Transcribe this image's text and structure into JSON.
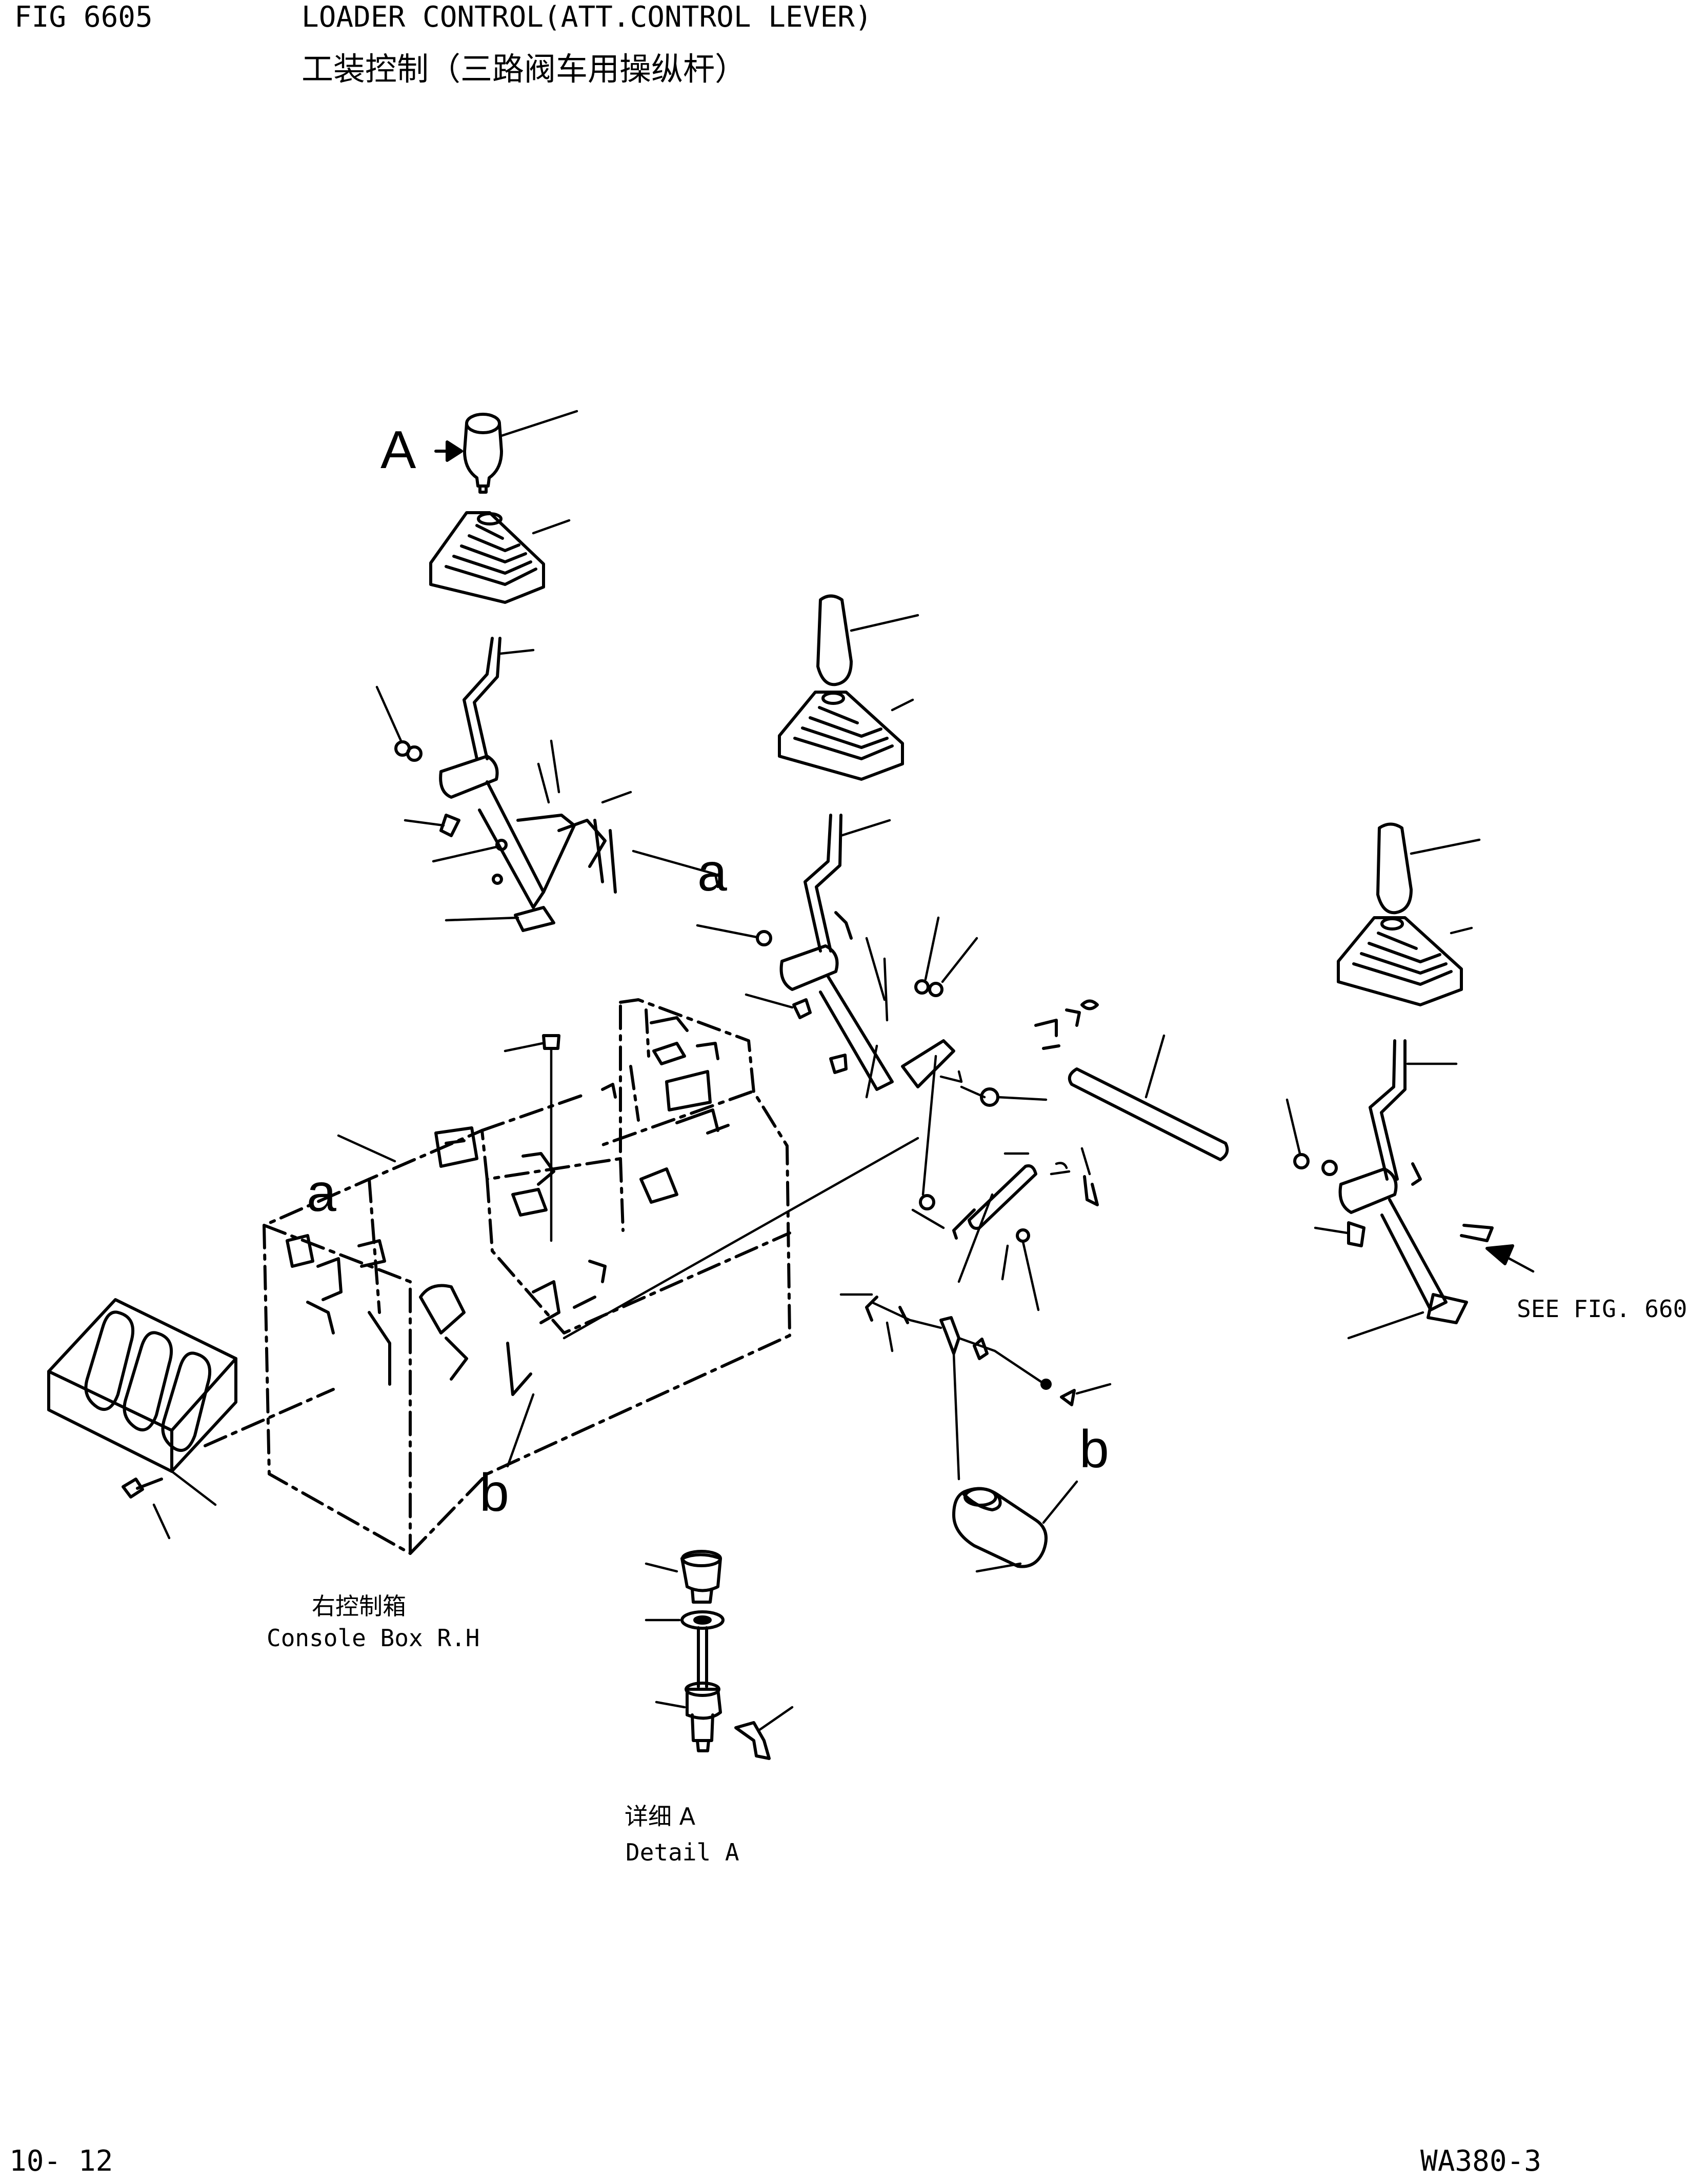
{
  "header": {
    "fig_no": "FIG 6605",
    "title": "LOADER CONTROL(ATT.CONTROL LEVER)",
    "title_cn": "工装控制（三路阀车用操纵杆）"
  },
  "labels": {
    "a_ref_top": "a",
    "a_ref_console": "a",
    "b_ref_console": "b",
    "b_ref_valve": "b",
    "detail_marker": "A",
    "see_fig": "SEE FIG. 660",
    "console_cn": "右控制箱",
    "console_en": "Console Box R.H",
    "detail_cn": "详细 A",
    "detail_en": "Detail A"
  },
  "footer": {
    "page": "10- 12",
    "model": "WA380-3"
  }
}
